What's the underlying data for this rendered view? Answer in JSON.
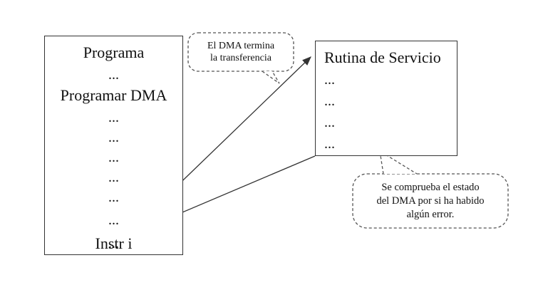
{
  "program": {
    "title": "Programa",
    "lines": [
      "...",
      "Programar DMA",
      "...",
      "...",
      "...",
      "...",
      "...",
      "...",
      "Instr i",
      "..."
    ]
  },
  "service": {
    "title": "Rutina de Servicio",
    "lines": [
      "...",
      "...",
      "...",
      "..."
    ]
  },
  "bubble_top": {
    "line1": "El DMA termina",
    "line2": "la transferencia"
  },
  "bubble_bottom": {
    "line1": "Se comprueba el estado",
    "line2": "del DMA por si ha habido",
    "line3": "algún error."
  },
  "colors": {
    "stroke": "#333333",
    "text": "#111111",
    "background": "#ffffff"
  }
}
